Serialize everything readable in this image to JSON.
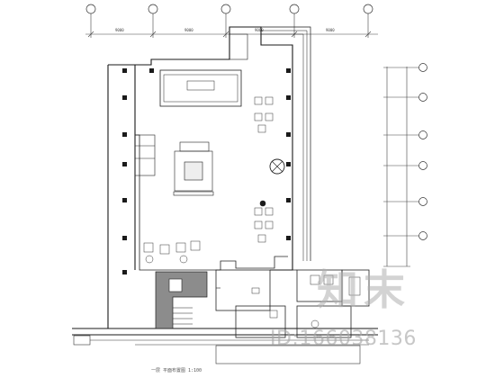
{
  "drawing": {
    "caption": "一层 平面布置图  1:100",
    "dimension_text": "9000",
    "axis_markers": [
      "",
      "",
      "",
      "",
      "",
      "",
      "",
      "",
      "",
      "",
      "",
      "",
      "",
      "",
      "",
      ""
    ]
  },
  "watermark": {
    "logo": "知末",
    "id_text": "ID:166038136"
  },
  "colors": {
    "line": "#1a1a1a",
    "thin": "#555555",
    "grid": "#888888",
    "hatch": "#333333"
  }
}
